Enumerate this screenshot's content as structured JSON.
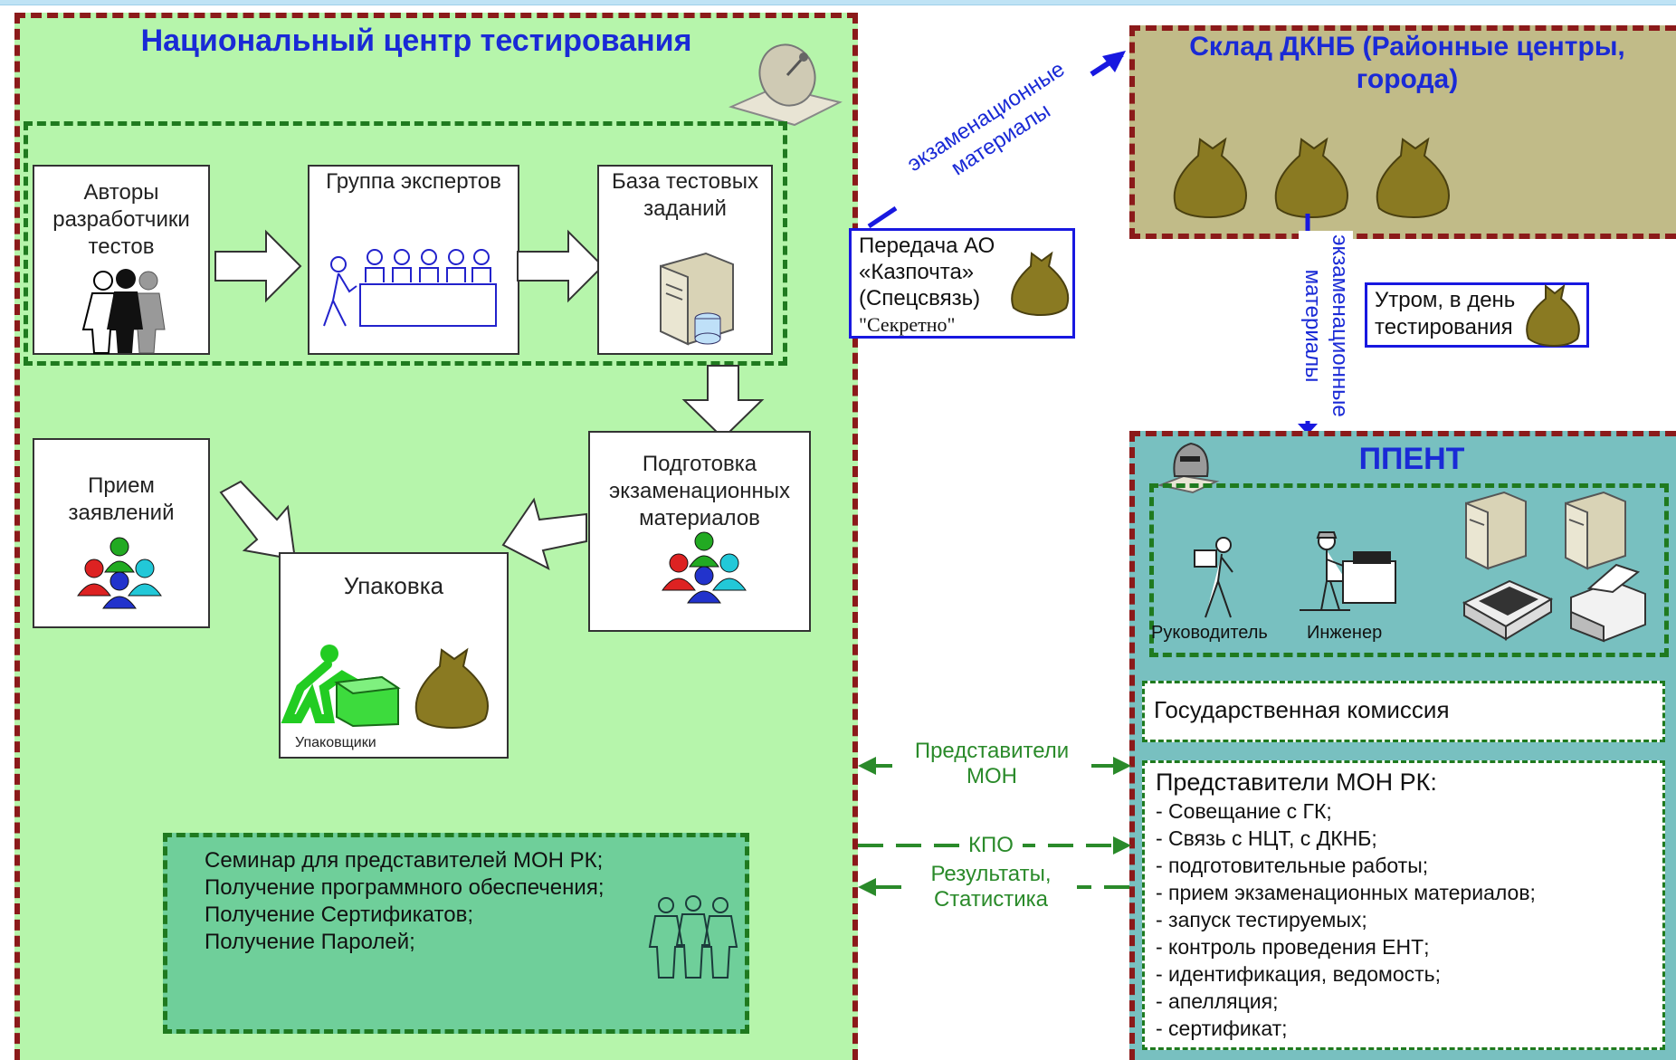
{
  "nct": {
    "title": "Национальный центр тестирования",
    "authors": "Авторы разработчики тестов",
    "experts": "Группа экспертов",
    "base": "База тестовых заданий",
    "prep": "Подготовка экзаменационных материалов",
    "apps": "Прием заявлений",
    "pack": "Упаковка",
    "packers": "Упаковщики",
    "seminar": [
      "Семинар для представителей МОН РК;",
      "Получение программного обеспечения;",
      "Получение Сертификатов;",
      "Получение Паролей;"
    ]
  },
  "sklad": {
    "title_line1": "Склад ДКНБ (Районные центры,",
    "title_line2": "города)"
  },
  "transfer": {
    "line1": "Передача АО",
    "line2": "«Казпочта»",
    "line3": "(Спецсвязь)",
    "line4": "\"Секретно\""
  },
  "arrow_exam_top": {
    "line1": "экзаменационные",
    "line2": "материалы"
  },
  "arrow_exam_vert": {
    "line1": "экзаменационные",
    "line2": "материалы"
  },
  "morning": {
    "line1": "Утром, в день",
    "line2": "тестирования"
  },
  "ppent": {
    "title": "ППЕНТ",
    "head": "Руководитель",
    "engineer": "Инженер",
    "commission": "Государственная комиссия",
    "reps_title": "Представители МОН РК:",
    "reps_items": [
      "- Совещание с ГК;",
      "- Связь с НЦТ, с ДКНБ;",
      "- подготовительные работы;",
      "- прием экзаменационных материалов;",
      "- запуск тестируемых;",
      "- контроль проведения ЕНТ;",
      "- идентификация, ведомость;",
      "- апелляция;",
      "- сертификат;"
    ]
  },
  "links": {
    "mon_reps": {
      "line1": "Представители",
      "line2": "МОН"
    },
    "kpo": "КПО",
    "results": {
      "line1": "Результаты,",
      "line2": "Статистика"
    }
  },
  "colors": {
    "nct_bg": "#b6f5ab",
    "sklad_bg": "#c1bb88",
    "ppent_bg": "#78c0c0",
    "border_red": "#8b1a1a",
    "title_blue": "#1a2ad6",
    "green_arrow": "#2a8a2a"
  }
}
